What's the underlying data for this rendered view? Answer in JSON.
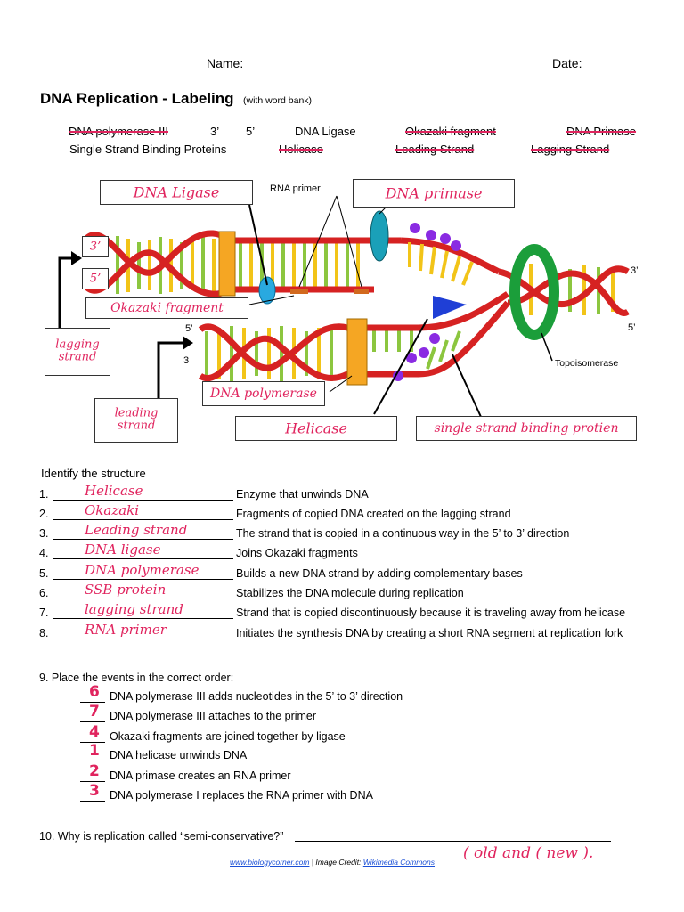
{
  "header": {
    "name_label": "Name:",
    "date_label": "Date:"
  },
  "title": {
    "main": "DNA Replication - Labeling",
    "sub": "(with word bank)"
  },
  "word_bank": {
    "row1": [
      "DNA polymerase III",
      "3’",
      "5’",
      "DNA Ligase",
      "Okazaki fragment",
      "DNA Primase"
    ],
    "row2": [
      "Single Strand Binding Proteins",
      "Helicase",
      "Leading Strand",
      "Lagging Strand"
    ]
  },
  "diagram": {
    "printed_labels": {
      "rna_primer": "RNA primer",
      "three_prime_right": "3’",
      "five_prime_right": "5’",
      "five_prime_lower": "5’",
      "three_prime_lower": "3",
      "topoisomerase": "Topoisomerase"
    },
    "answers": {
      "box_dna_ligase": "DNA Ligase",
      "box_dna_primase": "DNA primase",
      "box_three": "3’",
      "box_five": "5’",
      "box_okazaki": "Okazaki fragment",
      "box_lagging": "lagging strand",
      "box_leading": "leading strand",
      "box_dna_polymerase": "DNA polymerase",
      "box_helicase": "Helicase",
      "box_ssb": "single strand binding protien"
    },
    "colors": {
      "strand_red": "#d62222",
      "rung_green": "#8cc63f",
      "rung_yellow": "#f2c418",
      "polymerase": "#f5a623",
      "ligase": "#29a9e0",
      "primase": "#1aa0b8",
      "ssb": "#8a2be2",
      "helicase": "#1f3fd6",
      "topoisomerase": "#1b9e3a",
      "handwriting": "#e0245e"
    }
  },
  "identify": {
    "heading": "Identify the structure",
    "items": [
      {
        "num": "1.",
        "answer": "Helicase",
        "desc": "Enzyme that unwinds DNA"
      },
      {
        "num": "2.",
        "answer": "Okazaki",
        "desc": "Fragments of copied DNA created on the lagging strand"
      },
      {
        "num": "3.",
        "answer": "Leading strand",
        "desc": "The strand that is copied in a continuous way in the 5’ to 3’ direction"
      },
      {
        "num": "4.",
        "answer": "DNA ligase",
        "desc": "Joins Okazaki fragments"
      },
      {
        "num": "5.",
        "answer": "DNA polymerase",
        "desc": "Builds a new DNA strand by adding complementary bases"
      },
      {
        "num": "6.",
        "answer": "SSB protein",
        "desc": "Stabilizes the DNA molecule during replication"
      },
      {
        "num": "7.",
        "answer": "lagging strand",
        "desc": "Strand that is copied discontinuously because it is traveling away from helicase"
      },
      {
        "num": "8.",
        "answer": "RNA primer",
        "desc": "Initiates the synthesis DNA by creating a short RNA segment at replication fork"
      }
    ]
  },
  "order": {
    "prompt": "9.  Place the events in the correct order:",
    "items": [
      {
        "answer": "6",
        "text": "DNA polymerase III adds nucleotides in the 5’ to 3’ direction"
      },
      {
        "answer": "7",
        "text": "DNA polymerase III attaches to the primer"
      },
      {
        "answer": "4",
        "text": "Okazaki fragments are joined together by ligase"
      },
      {
        "answer": "1",
        "text": "DNA helicase unwinds DNA"
      },
      {
        "answer": "2",
        "text": "DNA primase creates an RNA primer"
      },
      {
        "answer": "3",
        "text": "DNA polymerase I replaces the RNA primer with DNA"
      }
    ]
  },
  "q10": {
    "prompt": "10.  Why is replication called “semi-conservative?”",
    "answer": "( old and ( new )."
  },
  "footer": {
    "site": "www.biologycorner.com",
    "sep": " | ",
    "credit": "Image Credit:",
    "source": "Wikimedia Commons"
  }
}
